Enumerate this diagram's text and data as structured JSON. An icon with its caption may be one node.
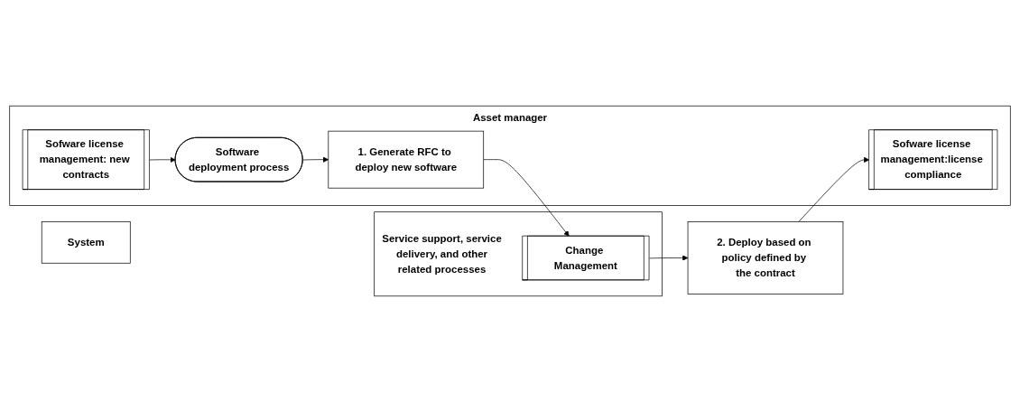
{
  "diagram": {
    "nodes": [
      {
        "text": [
          "Asset manager"
        ]
      },
      {
        "text": [
          "Sofware license management: new contracts"
        ],
        "in": 0
      },
      {
        "text": [
          "Software deployment process"
        ],
        "in": 0
      },
      {
        "text": [
          "1. Generate RFC to deploy new software"
        ],
        "in": 0
      },
      {
        "text": [
          "2. Deploy based on policy defined by the contract"
        ]
      },
      {
        "text": [
          "Sofware license management:license compliance"
        ],
        "in": 0
      },
      {
        "text": [
          "System"
        ]
      },
      {
        "text": [
          "Service support, service delivery, and other related processes"
        ]
      },
      {
        "text": [
          "Change Management"
        ],
        "in": 7
      }
    ],
    "edges": [
      {
        "from": 1,
        "to": 2,
        "arrow": "to"
      },
      {
        "from": 2,
        "to": 3,
        "arrow": "to"
      },
      {
        "from": 3,
        "to": 8,
        "arrow": "to"
      },
      {
        "from": 8,
        "to": 4,
        "arrow": "to"
      },
      {
        "from": 4,
        "to": 5,
        "arrow": "to"
      }
    ]
  }
}
